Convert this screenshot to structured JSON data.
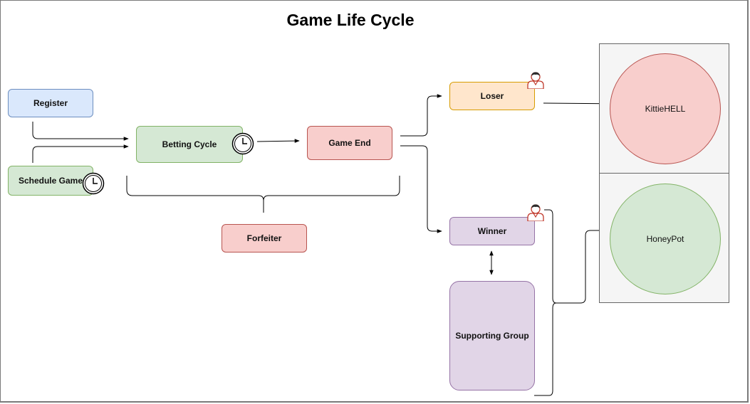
{
  "title": "Game Life Cycle",
  "nodes": {
    "register": "Register",
    "schedule_game": "Schedule Game",
    "betting_cycle": "Betting Cycle",
    "game_end": "Game End",
    "forfeiter": "Forfeiter",
    "loser": "Loser",
    "winner": "Winner",
    "supporting_group": "Supporting Group"
  },
  "pools": {
    "kittiehell": "KittieHELL",
    "honeypot": "HoneyPot"
  },
  "icons": {
    "clock": "clock-icon",
    "person": "user-icon"
  },
  "colors": {
    "blue_fill": "#dae8fc",
    "green_fill": "#d5e8d4",
    "red_fill": "#f8cecc",
    "orange_fill": "#ffe6cc",
    "purple_fill": "#e1d5e7",
    "panel_fill": "#f5f5f5"
  }
}
